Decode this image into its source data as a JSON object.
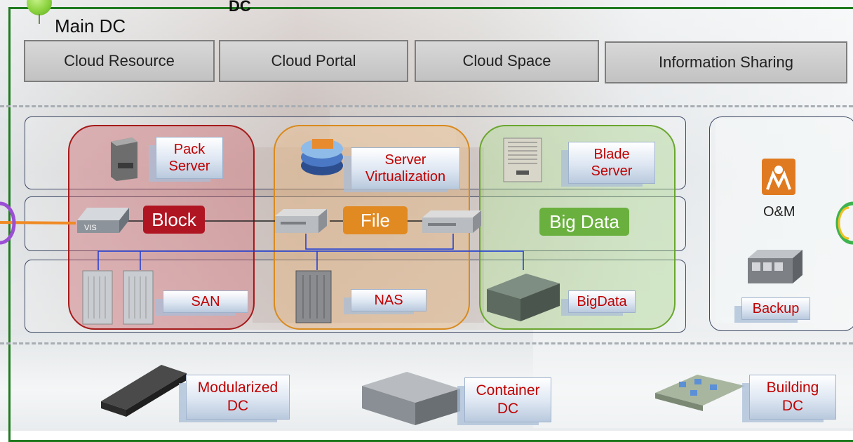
{
  "header": {
    "title": "Main DC",
    "top_dc_fragment": "DC"
  },
  "tabs": [
    {
      "label": "Cloud  Resource"
    },
    {
      "label": "Cloud Portal"
    },
    {
      "label": "Cloud Space"
    },
    {
      "label": "Information Sharing"
    }
  ],
  "resources": {
    "pack_server": "Pack\nServer",
    "server_virtualization": "Server\nVirtualization",
    "blade_server": "Blade\nServer",
    "om": "O&M",
    "backup": "Backup"
  },
  "storage_types": {
    "block": "Block",
    "file": "File",
    "big_data": "Big Data"
  },
  "storage": {
    "san": "SAN",
    "nas": "NAS",
    "bigdata": "BigData"
  },
  "datacenters": {
    "modularized": "Modularized\nDC",
    "container": "Container\nDC",
    "building": "Building\nDC"
  },
  "icons": {
    "vis": "VIS"
  },
  "colors": {
    "frame": "#1f7a1f",
    "block": "#b01622",
    "file": "#e18a22",
    "big_data": "#6ab03f",
    "label_text": "#c00000"
  }
}
